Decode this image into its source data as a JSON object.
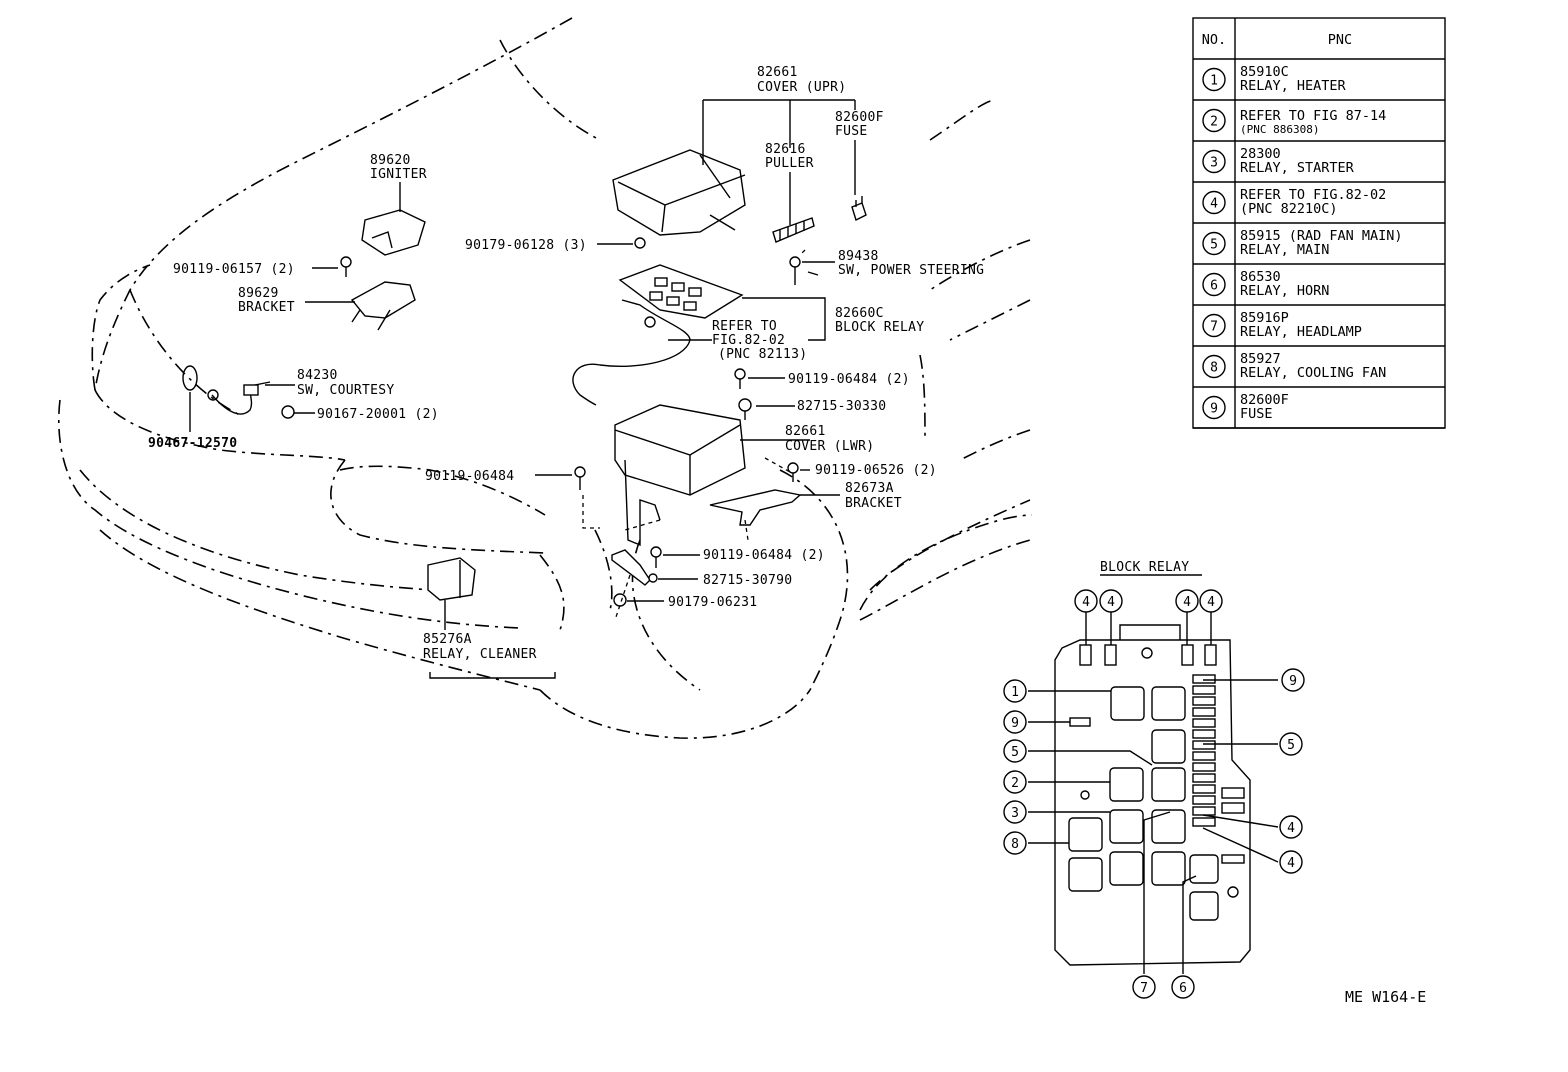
{
  "table": {
    "header_no": "NO.",
    "header_pnc": "PNC",
    "rows": [
      {
        "no": "1",
        "line1": "85910C",
        "line2": "RELAY, HEATER"
      },
      {
        "no": "2",
        "line1": "REFER TO FIG 87-14",
        "line2": "(PNC 886308)"
      },
      {
        "no": "3",
        "line1": "28300",
        "line2": "RELAY, STARTER"
      },
      {
        "no": "4",
        "line1": "REFER TO FIG.82-02",
        "line2": " (PNC 82210C)"
      },
      {
        "no": "5",
        "line1": "85915 (RAD FAN MAIN)",
        "line2": "RELAY, MAIN"
      },
      {
        "no": "6",
        "line1": "86530",
        "line2": "RELAY, HORN"
      },
      {
        "no": "7",
        "line1": "85916P",
        "line2": "RELAY, HEADLAMP"
      },
      {
        "no": "8",
        "line1": "85927",
        "line2": "RELAY, COOLING FAN"
      },
      {
        "no": "9",
        "line1": "82600F",
        "line2": "FUSE"
      }
    ]
  },
  "labels": {
    "cover_upr": {
      "pn": "82661",
      "name": "COVER (UPR)"
    },
    "fuse": {
      "pn": "82600F",
      "name": "FUSE"
    },
    "puller": {
      "pn": "82616",
      "name": "PULLER"
    },
    "igniter": {
      "pn": "89620",
      "name": "IGNITER"
    },
    "bolt_06157": "90119-06157 (2)",
    "nut_06128": "90179-06128 (3)",
    "sw_power_steering": {
      "pn": "89438",
      "name": "SW, POWER STEERING"
    },
    "bracket_89629": {
      "pn": "89629",
      "name": "BRACKET"
    },
    "block_relay": {
      "pn": "82660C",
      "name": "BLOCK RELAY"
    },
    "refer_fig": {
      "l1": "REFER TO",
      "l2": "FIG.82-02",
      "l3": "(PNC 82113)"
    },
    "sw_courtesy": {
      "pn": "84230",
      "name": "SW, COURTESY"
    },
    "bolt_06484_a": "90119-06484 (2)",
    "clip_30330": "82715-30330",
    "screw_20001": "90167-20001 (2)",
    "grommet_12570": "90467-12570",
    "cover_lwr": {
      "pn": "82661",
      "name": "COVER (LWR)"
    },
    "bolt_06484_b": "90119-06484",
    "bolt_06526": "90119-06526 (2)",
    "bracket_82673a": {
      "pn": "82673A",
      "name": "BRACKET"
    },
    "bolt_06484_c": "90119-06484 (2)",
    "clip_30790": "82715-30790",
    "nut_06231": "90179-06231",
    "relay_cleaner": {
      "pn": "85276A",
      "name": "RELAY, CLEANER"
    }
  },
  "block_relay_title": "BLOCK RELAY",
  "callouts": {
    "top": [
      "4",
      "4",
      "4",
      "4"
    ],
    "left": [
      "1",
      "9",
      "5",
      "2",
      "3",
      "8"
    ],
    "right": [
      "9",
      "5",
      "4",
      "4"
    ],
    "bottom": [
      "7",
      "6"
    ]
  },
  "figure_code": "ME W164-E"
}
